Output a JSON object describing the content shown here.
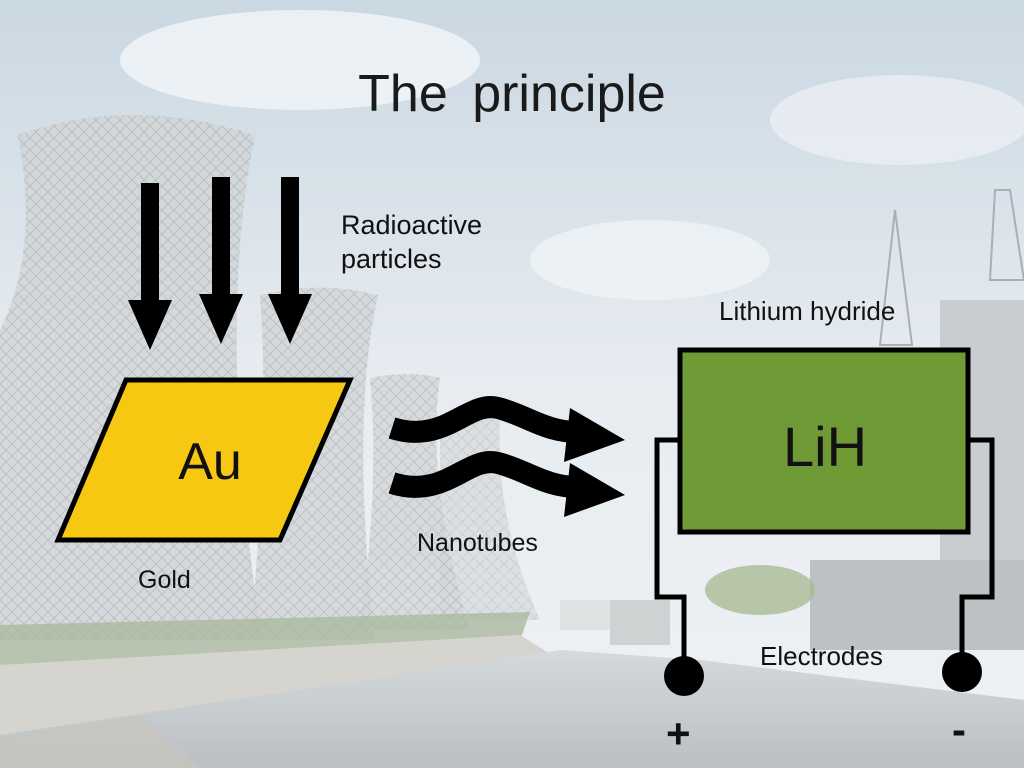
{
  "slide": {
    "title": "The  principle",
    "labels": {
      "radioactive": "Radioactive particles",
      "lithium_hydride": "Lithium hydride",
      "gold": "Gold",
      "nanotubes": "Nanotubes",
      "electrodes": "Electrodes",
      "plus": "+",
      "minus": "-"
    },
    "gold_block": {
      "symbol": "Au",
      "color": "#f7c812"
    },
    "lih_block": {
      "symbol": "LiH",
      "color": "#6f9a36"
    }
  }
}
